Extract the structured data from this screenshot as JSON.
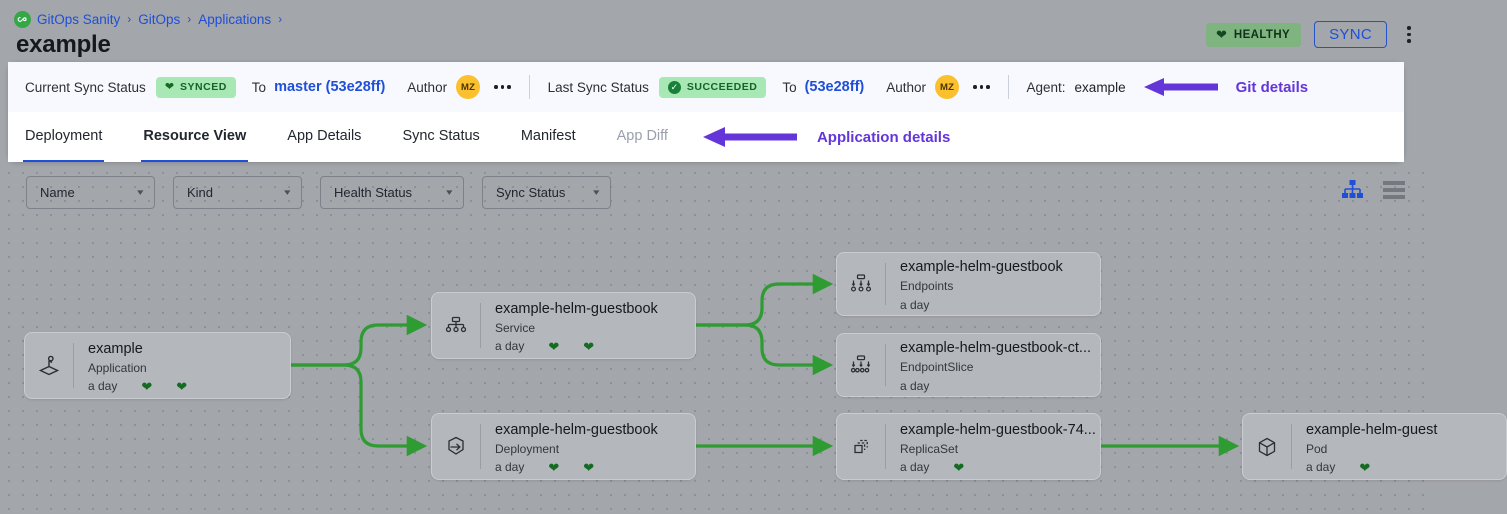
{
  "breadcrumb": {
    "logo_icon": "gitops-logo-icon",
    "items": [
      {
        "label": "GitOps Sanity"
      },
      {
        "label": "GitOps"
      },
      {
        "label": "Applications"
      }
    ],
    "separator": "›"
  },
  "page_title": "example",
  "header_actions": {
    "health_badge": {
      "label": "HEALTHY",
      "icon": "heart-icon",
      "color": "#7fb380"
    },
    "sync_button": {
      "label": "SYNC",
      "color": "#1f4fd8"
    },
    "overflow_menu": "kebab-menu-icon"
  },
  "status_bar": {
    "current_sync": {
      "label": "Current Sync Status",
      "pill": {
        "text": "SYNCED",
        "icon": "heart-icon",
        "color": "#a7e8b4"
      },
      "to_word": "To",
      "revision": "master (53e28ff)",
      "author_word": "Author",
      "author_initials": "MZ",
      "more": "•••"
    },
    "last_sync": {
      "label": "Last Sync Status",
      "pill": {
        "text": "SUCCEEDED",
        "icon": "check-circle-icon",
        "color": "#a7e8b4"
      },
      "to_word": "To",
      "revision": "(53e28ff)",
      "author_word": "Author",
      "author_initials": "MZ",
      "more": "•••"
    },
    "agent": {
      "label": "Agent:",
      "value": "example"
    },
    "annotation": {
      "text": "Git details",
      "color": "#6436d9",
      "arrow": "arrow-left-icon"
    }
  },
  "tabs": {
    "items": [
      {
        "label": "Deployment",
        "active": false,
        "disabled": false
      },
      {
        "label": "Resource View",
        "active": true,
        "disabled": false
      },
      {
        "label": "App Details",
        "active": false,
        "disabled": false
      },
      {
        "label": "Sync Status",
        "active": false,
        "disabled": false
      },
      {
        "label": "Manifest",
        "active": false,
        "disabled": false
      },
      {
        "label": "App Diff",
        "active": false,
        "disabled": true
      }
    ],
    "annotation": {
      "text": "Application details",
      "color": "#6436d9",
      "arrow": "arrow-left-icon"
    }
  },
  "filters": [
    {
      "label": "Name",
      "chevron": "⌄"
    },
    {
      "label": "Kind",
      "chevron": "⌄"
    },
    {
      "label": "Health Status",
      "chevron": "⌄"
    },
    {
      "label": "Sync Status",
      "chevron": "⌄"
    }
  ],
  "view_toggles": [
    {
      "name": "tree-view-icon",
      "active": true,
      "color": "#1f4fd8"
    },
    {
      "name": "list-view-icon",
      "active": false,
      "color": "#74787f"
    }
  ],
  "graph": {
    "nodes": [
      {
        "id": "app",
        "title": "example",
        "kind": "Application",
        "age": "a day",
        "hearts": 2,
        "icon": "application-icon"
      },
      {
        "id": "service",
        "title": "example-helm-guestbook",
        "kind": "Service",
        "age": "a day",
        "hearts": 2,
        "icon": "service-icon"
      },
      {
        "id": "deployment",
        "title": "example-helm-guestbook",
        "kind": "Deployment",
        "age": "a day",
        "hearts": 2,
        "icon": "deployment-icon"
      },
      {
        "id": "endpoints",
        "title": "example-helm-guestbook",
        "kind": "Endpoints",
        "age": "a day",
        "hearts": 0,
        "icon": "endpoints-icon"
      },
      {
        "id": "endpointslice",
        "title": "example-helm-guestbook-ct...",
        "kind": "EndpointSlice",
        "age": "a day",
        "hearts": 0,
        "icon": "endpointslice-icon"
      },
      {
        "id": "replicaset",
        "title": "example-helm-guestbook-74...",
        "kind": "ReplicaSet",
        "age": "a day",
        "hearts": 1,
        "icon": "replicaset-icon"
      },
      {
        "id": "pod",
        "title": "example-helm-guest",
        "kind": "Pod",
        "age": "a day",
        "hearts": 1,
        "icon": "pod-icon"
      }
    ],
    "edge_color": "#2e9b33"
  }
}
